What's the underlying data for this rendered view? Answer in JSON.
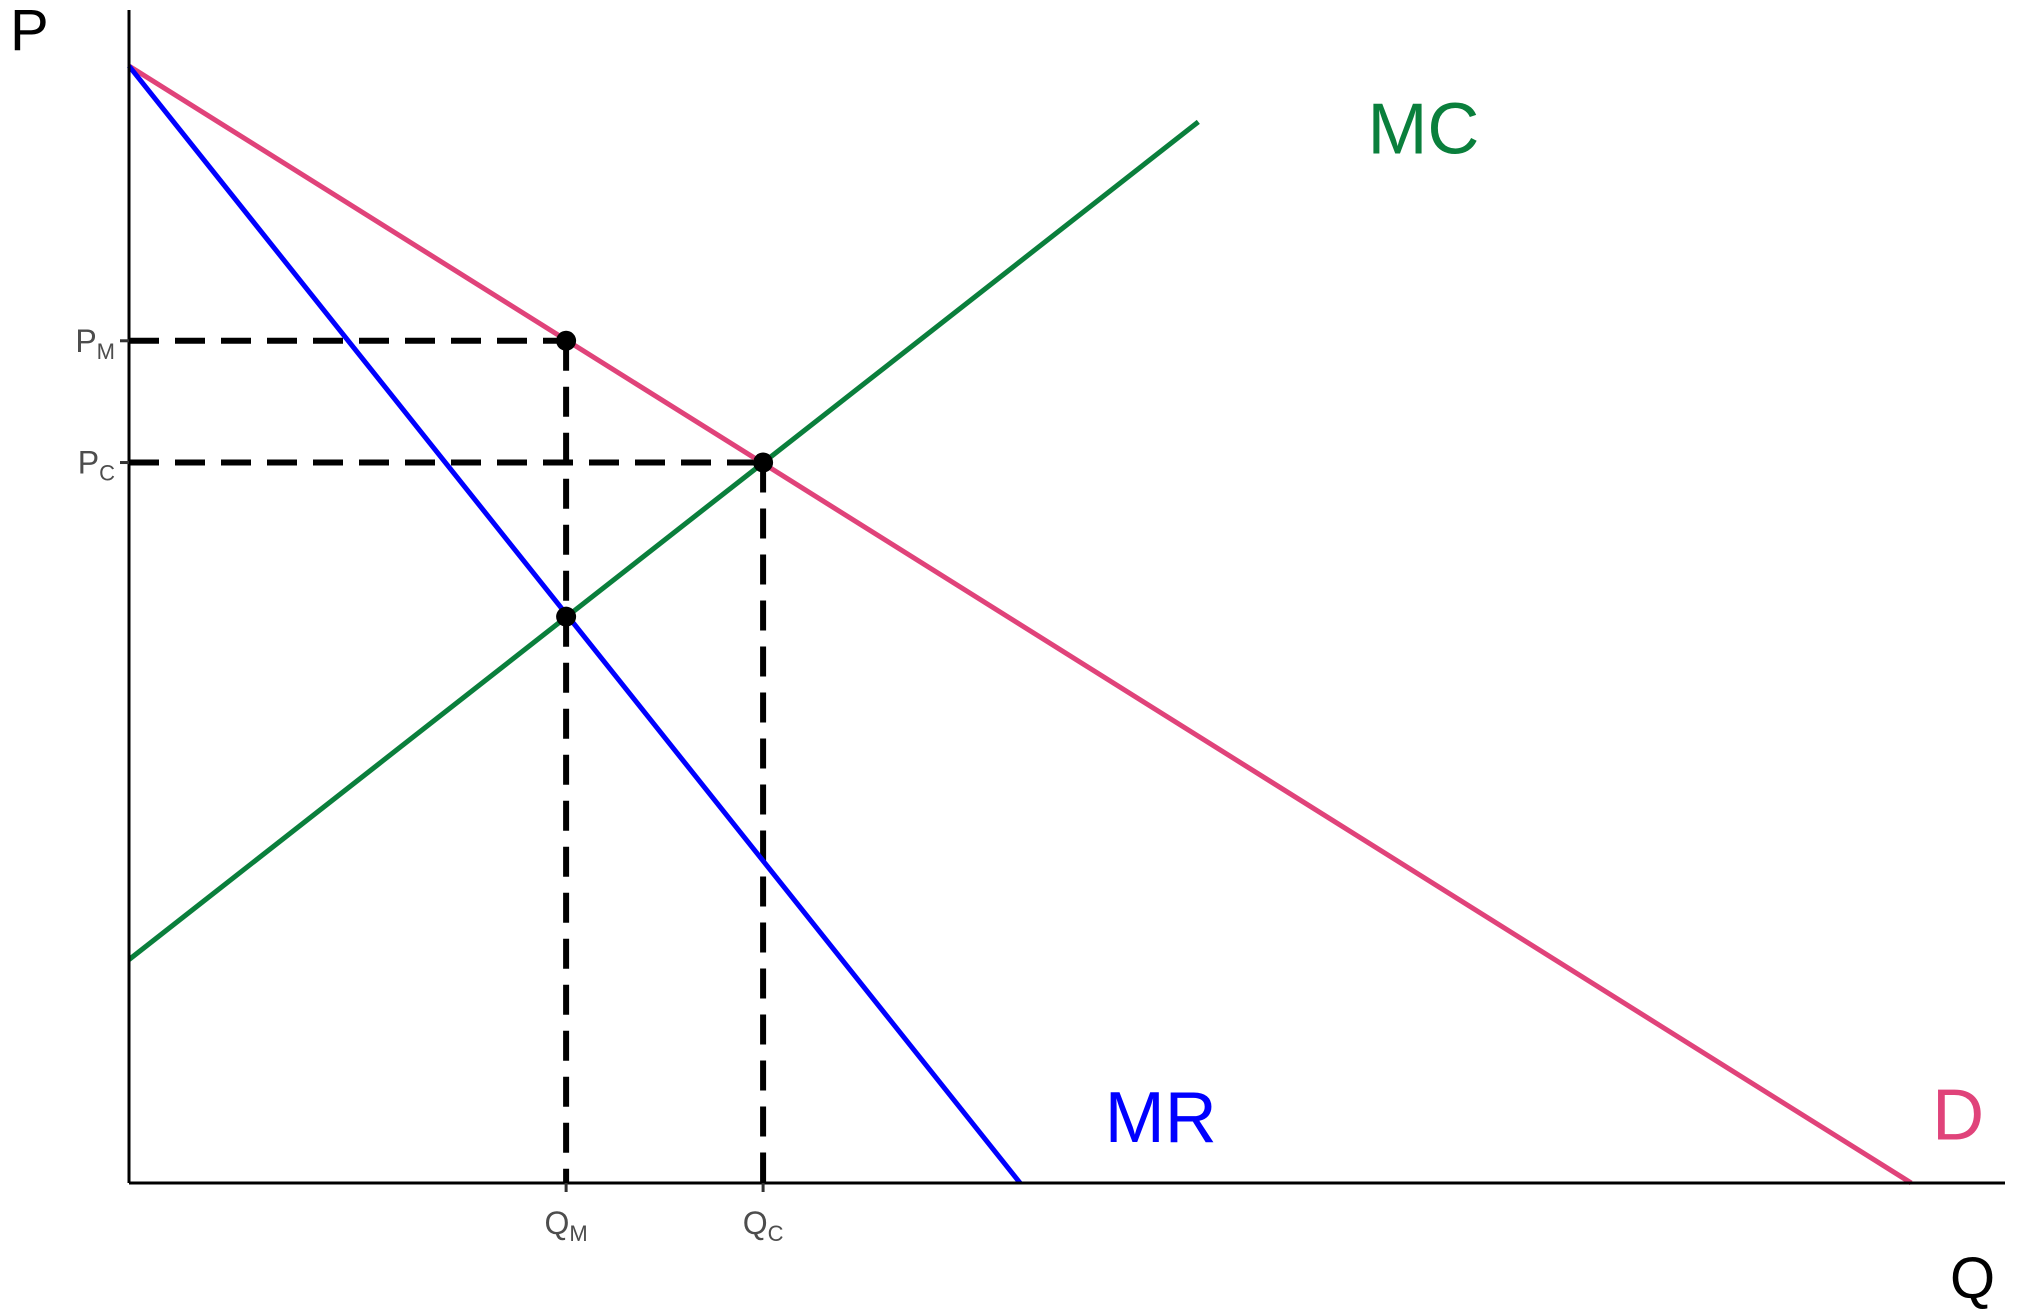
{
  "chart_data": {
    "type": "line",
    "title": "",
    "xlabel": "Q",
    "ylabel": "P",
    "xlim": [
      0,
      10
    ],
    "ylim": [
      0,
      10
    ],
    "grid": false,
    "legend": "none",
    "series": [
      {
        "name": "D",
        "color": "#e0437a",
        "x": [
          0,
          9.5
        ],
        "y": [
          10,
          0
        ]
      },
      {
        "name": "MR",
        "color": "#0000ff",
        "x": [
          0,
          4.75
        ],
        "y": [
          10,
          0
        ]
      },
      {
        "name": "MC",
        "color": "#0a7f3c",
        "x": [
          0,
          5.7
        ],
        "y": [
          2,
          9.5
        ]
      }
    ],
    "points": [
      {
        "name": "monopoly",
        "x": 2.33,
        "y": 7.54
      },
      {
        "name": "competitive",
        "x": 3.38,
        "y": 6.45
      },
      {
        "name": "mr-mc",
        "x": 2.33,
        "y": 5.07
      }
    ],
    "x_ticks": [
      {
        "main": "Q",
        "sub": "M",
        "value": 2.33
      },
      {
        "main": "Q",
        "sub": "C",
        "value": 3.38
      }
    ],
    "y_ticks": [
      {
        "main": "P",
        "sub": "M",
        "value": 7.54
      },
      {
        "main": "P",
        "sub": "C",
        "value": 6.45
      }
    ],
    "guide_lines": [
      {
        "from": [
          0,
          7.54
        ],
        "to": [
          2.33,
          7.54
        ]
      },
      {
        "from": [
          2.33,
          7.54
        ],
        "to": [
          2.33,
          0
        ]
      },
      {
        "from": [
          0,
          6.45
        ],
        "to": [
          3.38,
          6.45
        ]
      },
      {
        "from": [
          3.38,
          6.45
        ],
        "to": [
          3.38,
          0
        ]
      }
    ],
    "curve_labels": [
      {
        "text": "MC",
        "color": "#0a7f3c",
        "x": 6.9,
        "y": 9.45
      },
      {
        "text": "MR",
        "color": "#0000ff",
        "x": 5.5,
        "y": 0.6
      },
      {
        "text": "D",
        "color": "#e0437a",
        "x": 9.75,
        "y": 0.62
      }
    ],
    "dot_color": "#000000",
    "axis_color": "#000000"
  }
}
